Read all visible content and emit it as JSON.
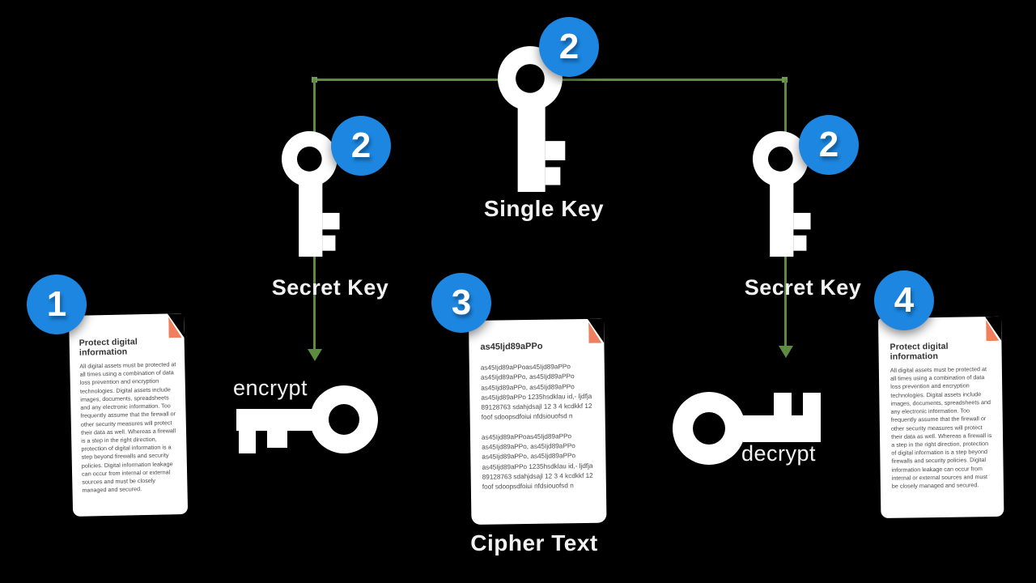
{
  "colors": {
    "background": "#000000",
    "badge_blue": "#1c86e0",
    "connector_green": "#5d8c3e",
    "connector_dot": "#6f9c4c",
    "fold_coral": "#f0805d",
    "doc_bg": "#ffffff",
    "doc_title": "#333333",
    "doc_text": "#4a4a4a",
    "label_color": "#f2f2f2",
    "key_white": "#ffffff"
  },
  "badges": {
    "b1": "1",
    "b2_left": "2",
    "b2_top": "2",
    "b2_right": "2",
    "b3": "3",
    "b4": "4"
  },
  "labels": {
    "single_key": "Single Key",
    "secret_key_left": "Secret Key",
    "secret_key_right": "Secret Key",
    "encrypt": "encrypt",
    "decrypt": "decrypt",
    "cipher_text": "Cipher Text"
  },
  "documents": {
    "plaintext_left": {
      "title": "Protect digital information",
      "body": "All digital assets must be protected at all times using a combination of data loss prevention and encryption technologies.  Digital assets include images, documents, spreadsheets and any electronic information.  Too frequently assume that the firewall or other security measures will protect their data as well.  Whereas a firewall is a step in the right direction, protection of digital information is a step beyond firewalls and security policies.  Digital information leakage can occur from internal or external sources and must be closely managed and secured."
    },
    "ciphertext": {
      "title": "as45Ijd89aPPo",
      "paragraph1": "as45Ijd89aPPoas45Ijd89aPPo\nas45Ijd89aPPo, as45Ijd89aPPo\nas45Ijd89aPPo, as45Ijd89aPPo\nas45Ijd89aPPo 1235hsdklau id,- ljdfja\n89128763 sdahjdsajl 12 3 4 kcdkkf 12\nfoof sdoopsdfoiui nfdsiouofsd n",
      "paragraph2": "as45Ijd89aPPoas45Ijd89aPPo\nas45Ijd89aPPo, as45Ijd89aPPo\nas45Ijd89aPPo, as45Ijd89aPPo\nas45Ijd89aPPo 1235hsdklau id,- ljdfja\n89128763 sdahjdsajl 12 3 4 kcdkkf 12\nfoof sdoopsdfoiui nfdsiouofsd n"
    },
    "plaintext_right": {
      "title": "Protect digital information",
      "body": "All digital assets must be protected at all times using a combination of data loss prevention and encryption technologies.  Digital assets include images, documents, spreadsheets and any electronic information.  Too frequently assume that the firewall or other security measures will protect their data as well.  Whereas a firewall is a step in the right direction, protection of digital information is a step beyond firewalls and security policies.  Digital information leakage can occur from internal or external sources and must be closely managed and secured."
    }
  }
}
